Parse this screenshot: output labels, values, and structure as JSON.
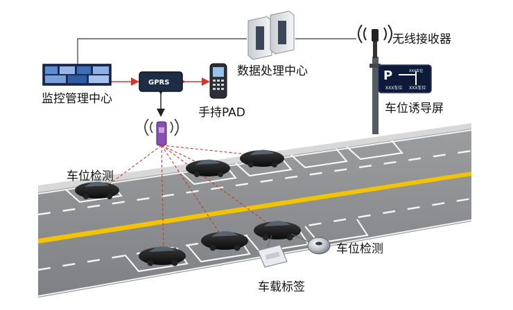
{
  "labels": {
    "monitor_center": "监控管理中心",
    "gprs": "GPRS",
    "handheld_pad": "手持PAD",
    "data_center": "数据处理中心",
    "wireless_receiver": "无线接收器",
    "guide_screen": "车位诱导屏",
    "sensor_top": "车位检测",
    "sensor_bottom": "车位检测",
    "vehicle_tag": "车载标签"
  },
  "sign": {
    "letter": "P",
    "text_left": "XXX车位",
    "text_right": "XXX车位",
    "text_vertical": "XXX车位"
  },
  "colors": {
    "road": "#8e8f91",
    "center_line": "#f2c300",
    "link_arrow": "#d9342b",
    "signal_line": "#c0392b",
    "sign_bg": "#0d1a3a"
  },
  "icons": [
    "monitor-screen-icon",
    "gprs-module-icon",
    "handheld-pad-icon",
    "server-icon",
    "antenna-icon",
    "guide-sign-icon",
    "car-icon",
    "parking-sensor-icon",
    "vehicle-tag-icon",
    "wifi-signal-icon"
  ]
}
